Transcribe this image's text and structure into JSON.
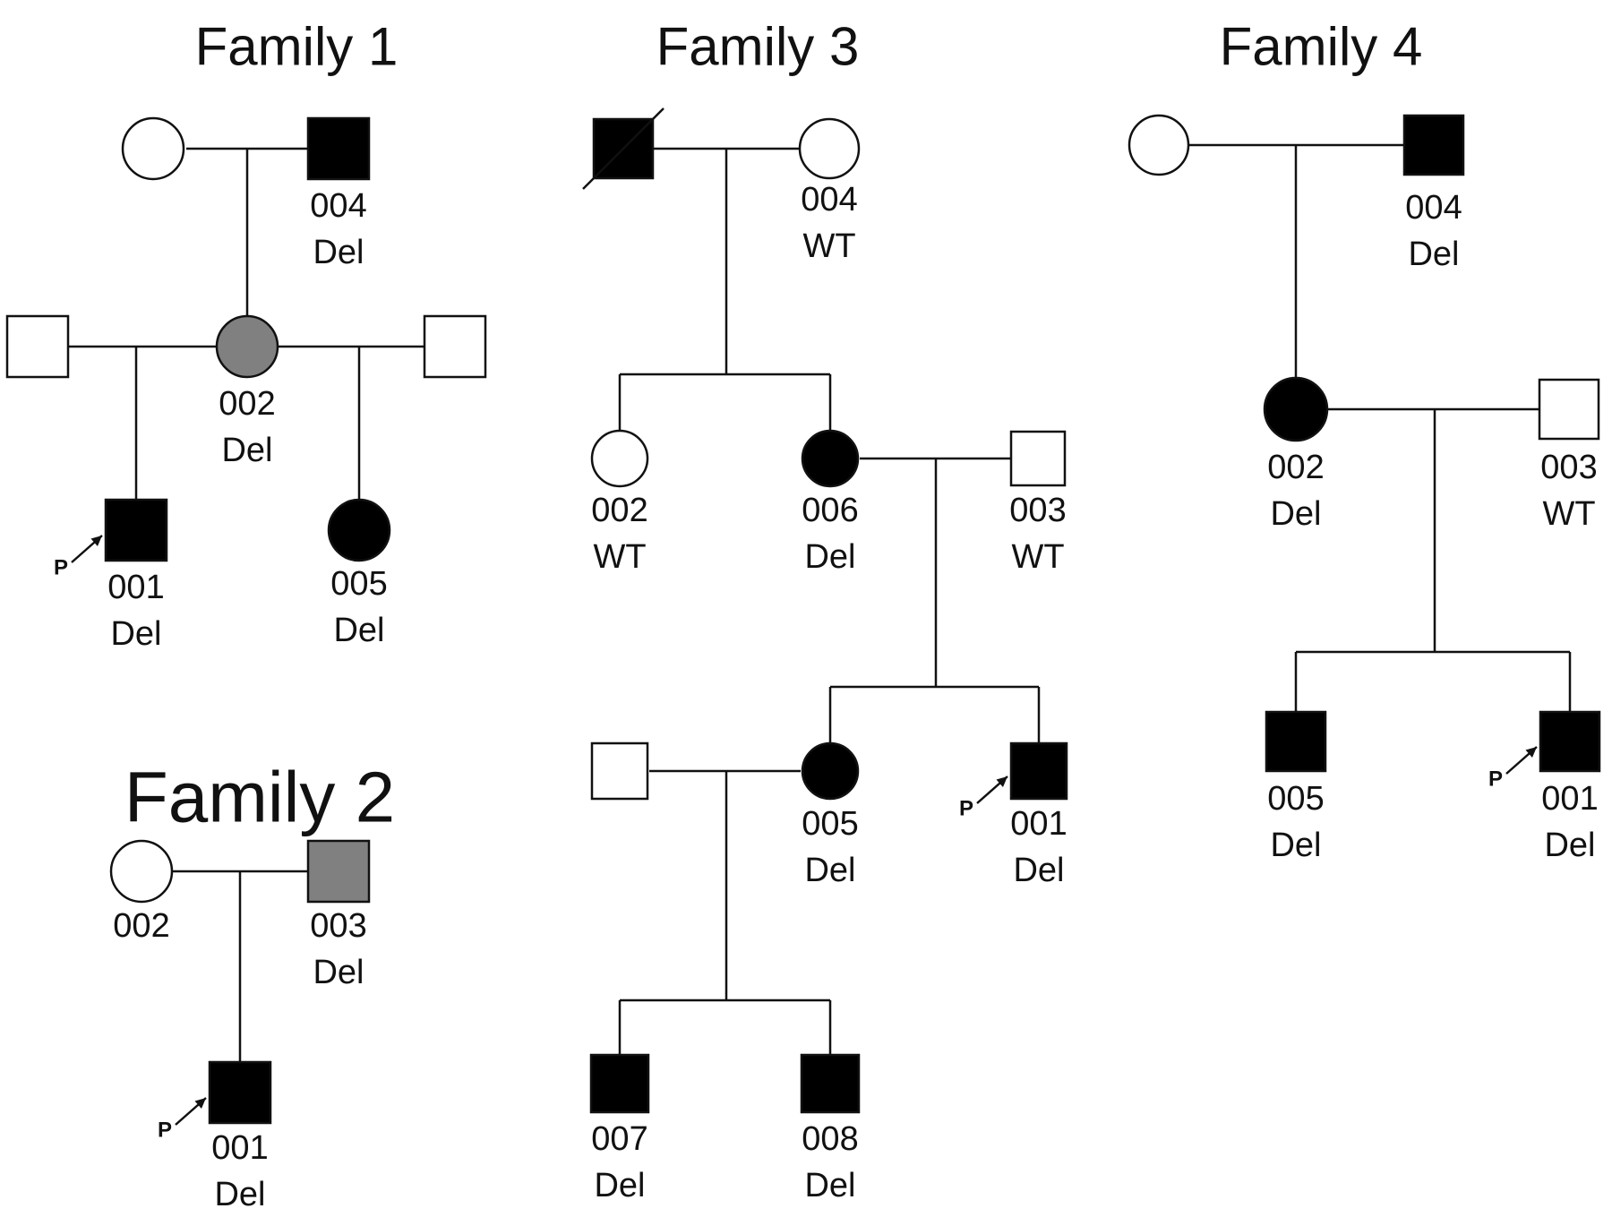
{
  "colors": {
    "affected": "#000000",
    "carrier": "#808080",
    "unaffected": "#ffffff",
    "line": "#111111"
  },
  "proband_mark": "P",
  "families": [
    {
      "title": "Family 1",
      "people": [
        {
          "key": "f1-grandmother",
          "sex": "female",
          "status": "unaffected"
        },
        {
          "key": "f1-grandfather",
          "sex": "male",
          "status": "affected",
          "id": "004",
          "genotype": "Del"
        },
        {
          "key": "f1-partner-left",
          "sex": "male",
          "status": "unaffected"
        },
        {
          "key": "f1-mother",
          "sex": "female",
          "status": "carrier",
          "id": "002",
          "genotype": "Del"
        },
        {
          "key": "f1-partner-right",
          "sex": "male",
          "status": "unaffected"
        },
        {
          "key": "f1-proband",
          "sex": "male",
          "status": "affected",
          "id": "001",
          "genotype": "Del",
          "proband": true
        },
        {
          "key": "f1-daughter",
          "sex": "female",
          "status": "affected",
          "id": "005",
          "genotype": "Del"
        }
      ]
    },
    {
      "title": "Family 2",
      "people": [
        {
          "key": "f2-mother",
          "sex": "female",
          "status": "unaffected",
          "id": "002"
        },
        {
          "key": "f2-father",
          "sex": "male",
          "status": "carrier",
          "id": "003",
          "genotype": "Del"
        },
        {
          "key": "f2-proband",
          "sex": "male",
          "status": "affected",
          "id": "001",
          "genotype": "Del",
          "proband": true
        }
      ]
    },
    {
      "title": "Family 3",
      "people": [
        {
          "key": "f3-grandfather",
          "sex": "male",
          "status": "affected",
          "deceased": true
        },
        {
          "key": "f3-grandmother",
          "sex": "female",
          "status": "unaffected",
          "id": "004",
          "genotype": "WT"
        },
        {
          "key": "f3-aunt",
          "sex": "female",
          "status": "unaffected",
          "id": "002",
          "genotype": "WT"
        },
        {
          "key": "f3-mother",
          "sex": "female",
          "status": "affected",
          "id": "006",
          "genotype": "Del"
        },
        {
          "key": "f3-father",
          "sex": "male",
          "status": "unaffected",
          "id": "003",
          "genotype": "WT"
        },
        {
          "key": "f3-sister-partner",
          "sex": "male",
          "status": "unaffected"
        },
        {
          "key": "f3-sister",
          "sex": "female",
          "status": "affected",
          "id": "005",
          "genotype": "Del"
        },
        {
          "key": "f3-proband",
          "sex": "male",
          "status": "affected",
          "id": "001",
          "genotype": "Del",
          "proband": true
        },
        {
          "key": "f3-nephew-1",
          "sex": "male",
          "status": "affected",
          "id": "007",
          "genotype": "Del"
        },
        {
          "key": "f3-nephew-2",
          "sex": "male",
          "status": "affected",
          "id": "008",
          "genotype": "Del"
        }
      ]
    },
    {
      "title": "Family 4",
      "people": [
        {
          "key": "f4-grandmother",
          "sex": "female",
          "status": "unaffected"
        },
        {
          "key": "f4-grandfather",
          "sex": "male",
          "status": "affected",
          "id": "004",
          "genotype": "Del"
        },
        {
          "key": "f4-mother",
          "sex": "female",
          "status": "affected",
          "id": "002",
          "genotype": "Del"
        },
        {
          "key": "f4-father",
          "sex": "male",
          "status": "unaffected",
          "id": "003",
          "genotype": "WT"
        },
        {
          "key": "f4-brother",
          "sex": "male",
          "status": "affected",
          "id": "005",
          "genotype": "Del"
        },
        {
          "key": "f4-proband",
          "sex": "male",
          "status": "affected",
          "id": "001",
          "genotype": "Del",
          "proband": true
        }
      ]
    }
  ]
}
